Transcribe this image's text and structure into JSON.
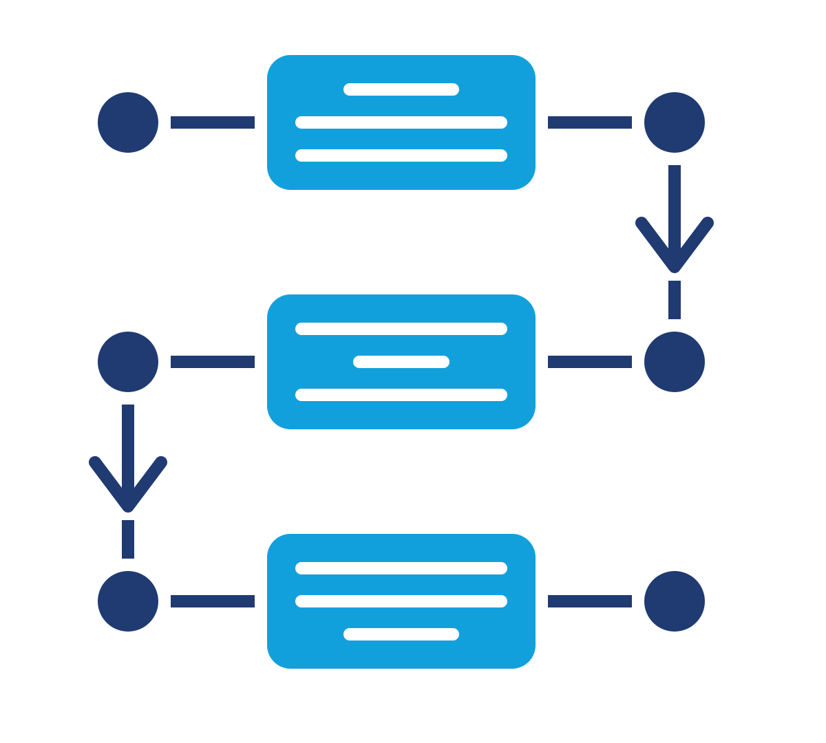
{
  "diagram": {
    "title": "",
    "colors": {
      "background": "#ffffff",
      "node": "#203a72",
      "connector": "#203a72",
      "card": "#12a0dc",
      "text_placeholder": "#ffffff"
    },
    "icons": {
      "node": "circle-node-icon",
      "arrow": "down-arrow-icon",
      "card": "text-card-icon"
    },
    "rows": [
      {
        "text_line_widths": [
          "short",
          "long",
          "long"
        ]
      },
      {
        "text_line_widths": [
          "long",
          "short",
          "long"
        ]
      },
      {
        "text_line_widths": [
          "long",
          "long",
          "short"
        ]
      }
    ],
    "flow": [
      "row-1-right-to-row-2-right",
      "row-2-left-to-row-3-left"
    ]
  }
}
